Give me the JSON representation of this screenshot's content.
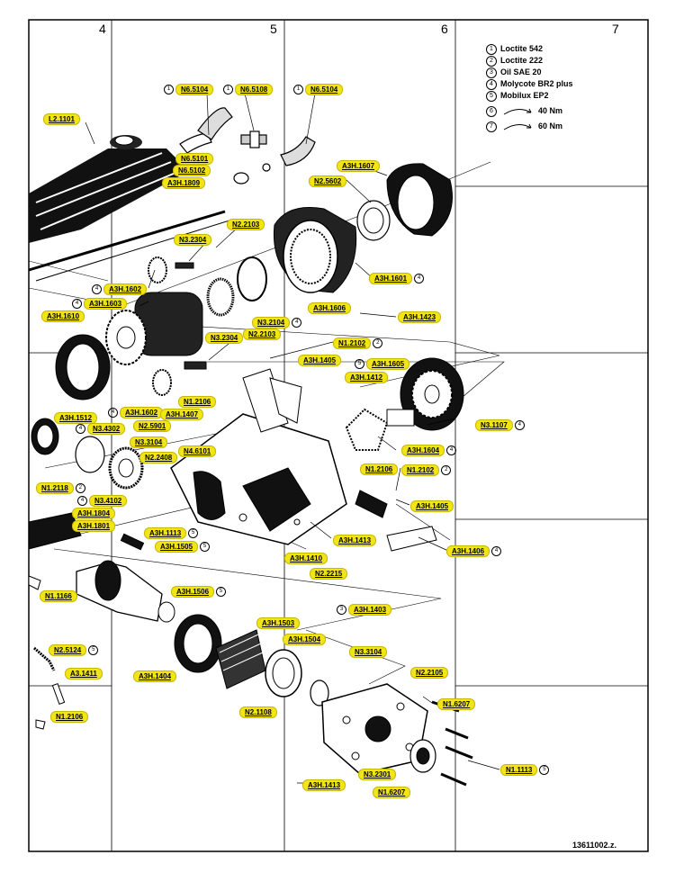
{
  "grid_columns": [
    "4",
    "5",
    "6",
    "7"
  ],
  "legend": [
    {
      "mark": "1",
      "text": "Loctite 542"
    },
    {
      "mark": "2",
      "text": "Loctite 222"
    },
    {
      "mark": "3",
      "text": "Oil SAE 20"
    },
    {
      "mark": "4",
      "text": "Molycote BR2 plus"
    },
    {
      "mark": "5",
      "text": "Mobilux EP2"
    },
    {
      "mark": "6",
      "text": "40 Nm"
    },
    {
      "mark": "7",
      "text": "60 Nm"
    }
  ],
  "document_number": "13611002.z.",
  "parts": [
    {
      "id": "p1",
      "label": "N6.5104",
      "marker": "1",
      "marker_side": "left"
    },
    {
      "id": "p2",
      "label": "N6.5108",
      "marker": "1",
      "marker_side": "left"
    },
    {
      "id": "p3",
      "label": "N6.5104",
      "marker": "1",
      "marker_side": "left"
    },
    {
      "id": "p4",
      "label": "L2.1101"
    },
    {
      "id": "p5",
      "label": "N6.5101"
    },
    {
      "id": "p6",
      "label": "N6.5102"
    },
    {
      "id": "p7",
      "label": "A3H.1809"
    },
    {
      "id": "p8",
      "label": "A3H.1607"
    },
    {
      "id": "p9",
      "label": "N2.5602"
    },
    {
      "id": "p10",
      "label": "N2.2103"
    },
    {
      "id": "p11",
      "label": "N3.2304"
    },
    {
      "id": "p12",
      "label": "A3H.1602",
      "marker": "4",
      "marker_side": "left"
    },
    {
      "id": "p13",
      "label": "A3H.1603",
      "marker": "4",
      "marker_side": "left"
    },
    {
      "id": "p14",
      "label": "A3H.1601",
      "marker": "4",
      "marker_side": "right"
    },
    {
      "id": "p15",
      "label": "A3H.1606"
    },
    {
      "id": "p16",
      "label": "A3H.1610"
    },
    {
      "id": "p17",
      "label": "N3.2104",
      "marker": "4",
      "marker_side": "right"
    },
    {
      "id": "p18",
      "label": "A3H.1423"
    },
    {
      "id": "p19",
      "label": "N3.2304"
    },
    {
      "id": "p20",
      "label": "N2.2103"
    },
    {
      "id": "p21",
      "label": "N1.2102",
      "marker": "2",
      "marker_side": "right"
    },
    {
      "id": "p22",
      "label": "A3H.1405"
    },
    {
      "id": "p23",
      "label": "A3H.1605",
      "marker": "5",
      "marker_side": "left"
    },
    {
      "id": "p24",
      "label": "A3H.1412"
    },
    {
      "id": "p25",
      "label": "N1.2106"
    },
    {
      "id": "p26",
      "label": "A3H.1602",
      "marker": "4",
      "marker_side": "left"
    },
    {
      "id": "p27",
      "label": "A3H.1407"
    },
    {
      "id": "p28",
      "label": "A3H.1512"
    },
    {
      "id": "p29",
      "label": "N2.5901"
    },
    {
      "id": "p30",
      "label": "N3.4302",
      "marker": "4",
      "marker_side": "left"
    },
    {
      "id": "p31",
      "label": "N3.3104"
    },
    {
      "id": "p32",
      "label": "N4.6101"
    },
    {
      "id": "p33",
      "label": "N3.1107",
      "marker": "4",
      "marker_side": "right"
    },
    {
      "id": "p34",
      "label": "A3H.1604",
      "marker": "4",
      "marker_side": "right"
    },
    {
      "id": "p35",
      "label": "N2.2408"
    },
    {
      "id": "p36",
      "label": "N1.2106"
    },
    {
      "id": "p37",
      "label": "N1.2102",
      "marker": "2",
      "marker_side": "right"
    },
    {
      "id": "p38",
      "label": "N1.2118",
      "marker": "2",
      "marker_side": "right"
    },
    {
      "id": "p39",
      "label": "N3.4102",
      "marker": "4",
      "marker_side": "left"
    },
    {
      "id": "p40",
      "label": "A3H.1804"
    },
    {
      "id": "p41",
      "label": "A3H.1801"
    },
    {
      "id": "p42",
      "label": "A3H.1113",
      "marker": "5",
      "marker_side": "right"
    },
    {
      "id": "p43",
      "label": "A3H.1405"
    },
    {
      "id": "p44",
      "label": "A3H.1505",
      "marker": "5",
      "marker_side": "right"
    },
    {
      "id": "p45",
      "label": "A3H.1413"
    },
    {
      "id": "p46",
      "label": "A3H.1406",
      "marker": "4",
      "marker_side": "right"
    },
    {
      "id": "p47",
      "label": "A3H.1410"
    },
    {
      "id": "p48",
      "label": "N2.2215"
    },
    {
      "id": "p49",
      "label": "A3H.1506",
      "marker": "5",
      "marker_side": "right"
    },
    {
      "id": "p50",
      "label": "N1.1166"
    },
    {
      "id": "p51",
      "label": "A3H.1403",
      "marker": "3",
      "marker_side": "left"
    },
    {
      "id": "p52",
      "label": "A3H.1503"
    },
    {
      "id": "p53",
      "label": "A3H.1504"
    },
    {
      "id": "p54",
      "label": "N2.5124",
      "marker": "5",
      "marker_side": "right"
    },
    {
      "id": "p55",
      "label": "N3.3104"
    },
    {
      "id": "p56",
      "label": "A3.1411"
    },
    {
      "id": "p57",
      "label": "A3H.1404"
    },
    {
      "id": "p58",
      "label": "N2.2105"
    },
    {
      "id": "p59",
      "label": "N1.6207"
    },
    {
      "id": "p60",
      "label": "N1.2106"
    },
    {
      "id": "p61",
      "label": "N2.1108"
    },
    {
      "id": "p62",
      "label": "N3.2301"
    },
    {
      "id": "p63",
      "label": "N1.1113",
      "marker": "5",
      "marker_side": "right"
    },
    {
      "id": "p64",
      "label": "A3H.1413"
    },
    {
      "id": "p65",
      "label": "N1.6207"
    }
  ]
}
